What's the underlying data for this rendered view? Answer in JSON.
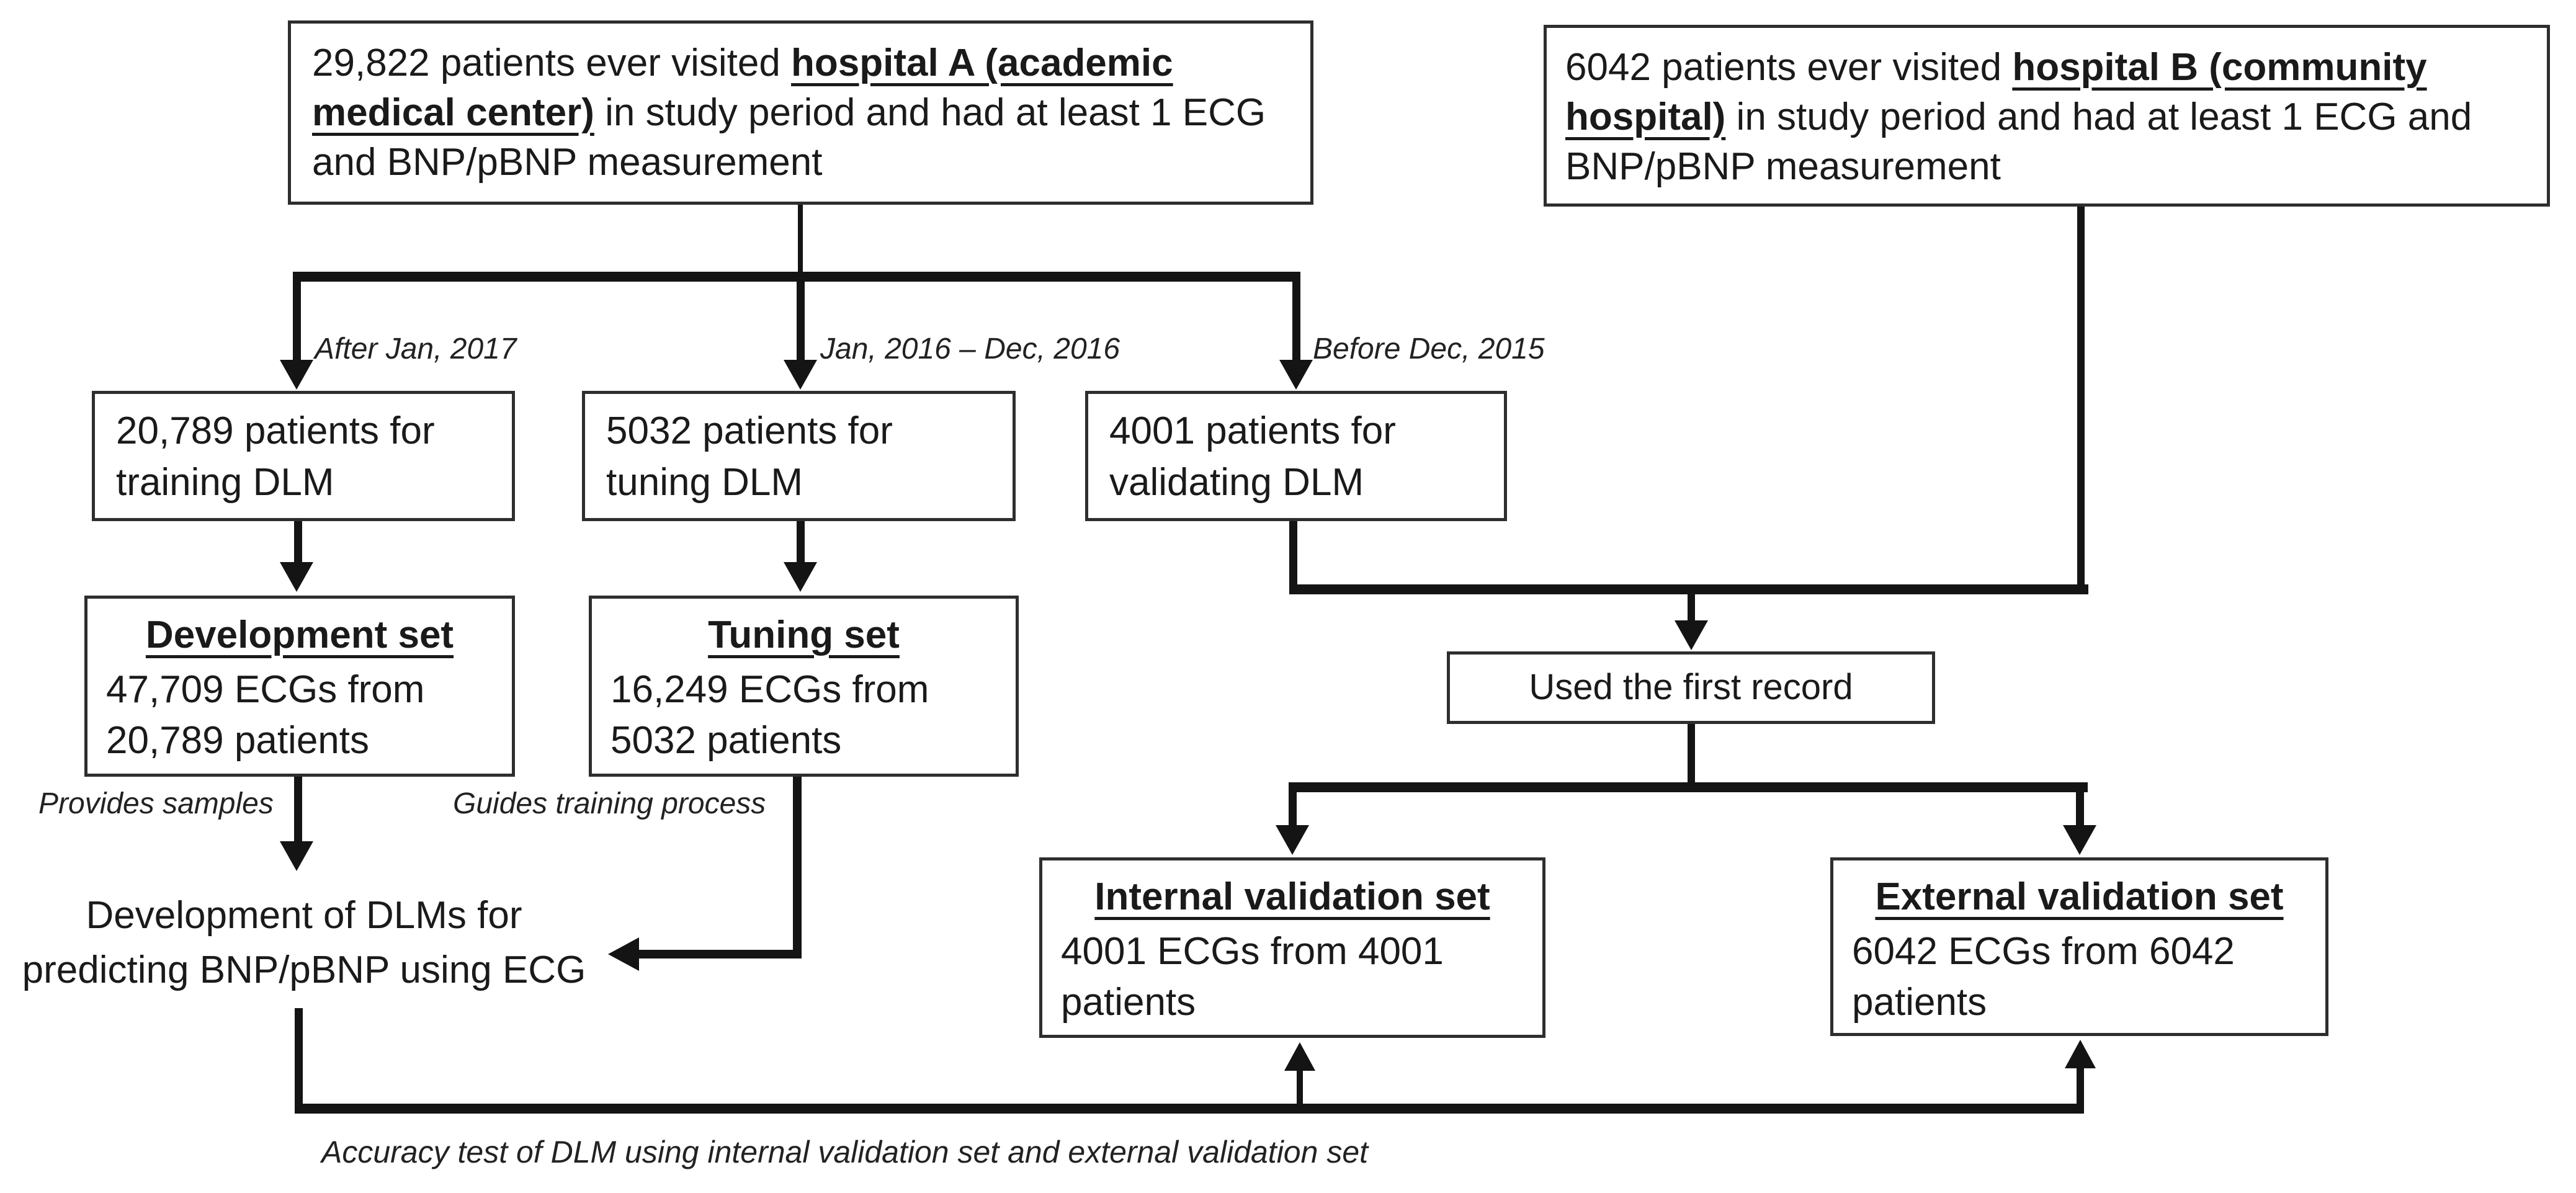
{
  "diagram": {
    "hospital_a_box": {
      "pre": "29,822 patients ever visited ",
      "em": "hospital A (academic medical center)",
      "post": " in study period and had at least 1 ECG and BNP/pBNP measurement"
    },
    "hospital_b_box": {
      "pre": "6042 patients ever visited ",
      "em": "hospital B (community hospital)",
      "post": " in study period and had at least 1 ECG and BNP/pBNP measurement"
    },
    "branch_labels": {
      "after_jan_2017": "After Jan, 2017",
      "jan_dec_2016": "Jan, 2016 – Dec, 2016",
      "before_dec_2015": "Before Dec, 2015"
    },
    "training_box": "20,789 patients for training DLM",
    "tuning_box": "5032 patients for tuning DLM",
    "validating_box": "4001 patients for validating DLM",
    "development_set_box": {
      "title": "Development set",
      "line1": "47,709 ECGs from",
      "line2": "20,789 patients"
    },
    "tuning_set_box": {
      "title": "Tuning set",
      "line1": "16,249 ECGs from",
      "line2": "5032 patients"
    },
    "side_labels": {
      "provides_samples": "Provides samples",
      "guides_training": "Guides training process"
    },
    "development_text": {
      "line1": "Development of DLMs for",
      "line2": "predicting BNP/pBNP using ECG"
    },
    "used_first_record_box": "Used the first record",
    "internal_validation_box": {
      "title": "Internal validation set",
      "line1": "4001 ECGs from 4001",
      "line2": "patients"
    },
    "external_validation_box": {
      "title": "External validation set",
      "line1": "6042 ECGs from 6042",
      "line2": "patients"
    },
    "accuracy_caption": "Accuracy test of DLM using internal validation set and external validation set",
    "colors": {
      "line": "#141414",
      "box_border": "#2e2e2e",
      "background": "#ffffff",
      "text": "#1a1a1a"
    }
  }
}
